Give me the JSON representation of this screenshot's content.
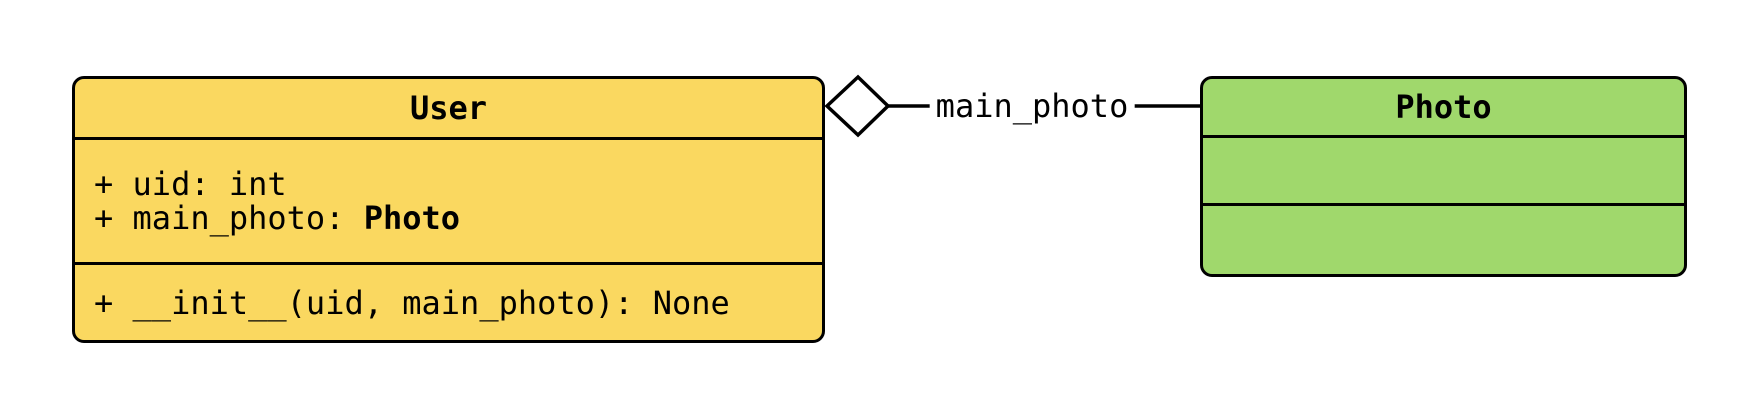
{
  "colors": {
    "user_fill": "#FAD860",
    "photo_fill": "#A0D86C",
    "stroke": "#000000",
    "bg": "#FFFFFF"
  },
  "user_class": {
    "title": "User",
    "attributes": [
      {
        "text": "+ uid: int",
        "bold": ""
      },
      {
        "text": "+ main_photo: ",
        "bold": "Photo"
      }
    ],
    "methods": [
      {
        "text": "+ __init__(uid, main_photo): None",
        "bold": ""
      }
    ]
  },
  "photo_class": {
    "title": "Photo",
    "attributes": [],
    "methods": []
  },
  "relationship": {
    "kind": "aggregation",
    "diamond_side": "User",
    "target": "Photo",
    "label": "main_photo"
  }
}
